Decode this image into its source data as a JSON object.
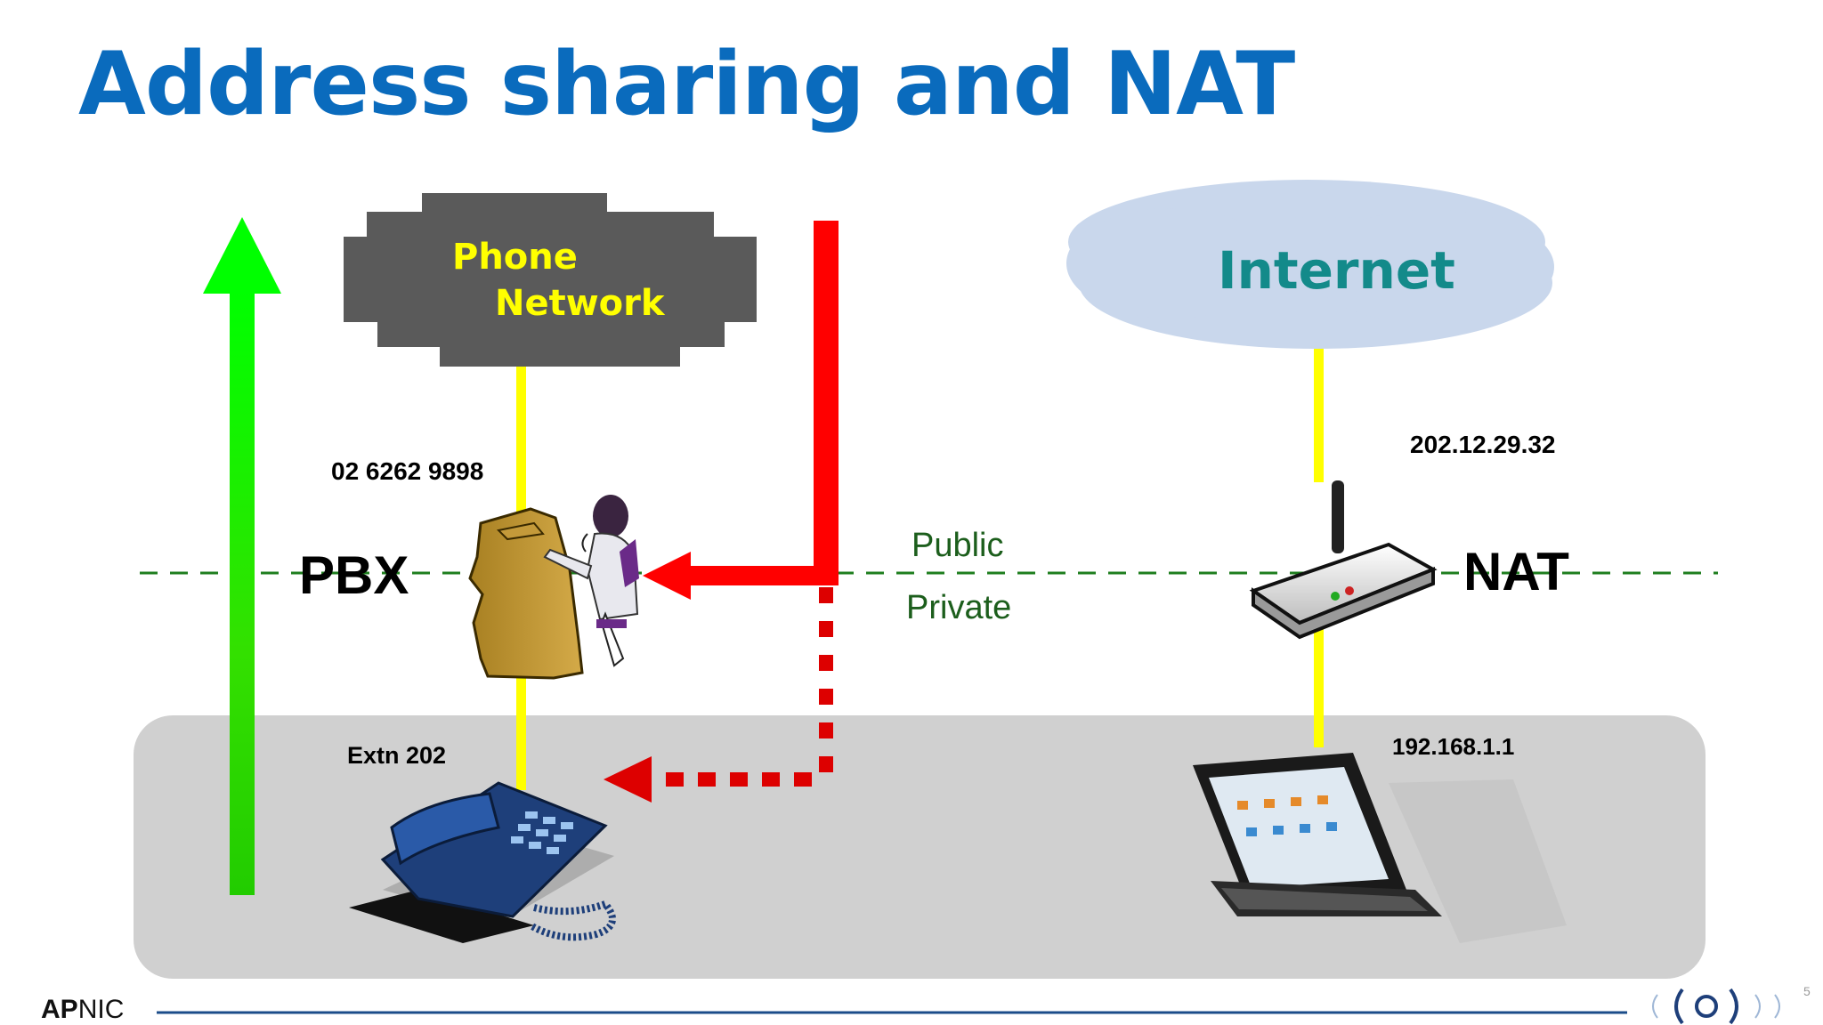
{
  "slide": {
    "title": "Address sharing and NAT",
    "clouds": {
      "phone_line1": "Phone",
      "phone_line2": "Network",
      "internet": "Internet"
    },
    "labels": {
      "pbx": "PBX",
      "nat": "NAT",
      "public": "Public",
      "private": "Private",
      "pbx_number": "02 6262 9898",
      "extension": "Extn 202",
      "public_ip": "202.12.29.32",
      "private_ip": "192.168.1.1"
    },
    "footer": {
      "logo_bold": "AP",
      "logo_rest": "NIC",
      "page_number": "5"
    },
    "colors": {
      "title": "#0a6bbd",
      "phone_cloud": "#5a5a5a",
      "phone_text": "#ffff00",
      "internet_cloud": "#c9d7ec",
      "internet_text": "#138a8a",
      "yellow_line": "#ffff00",
      "red_arrow": "#ff0000",
      "green_arrow": "#22dd00",
      "boundary": "#1e7e1e",
      "private_zone": "#d0d0d0"
    }
  }
}
